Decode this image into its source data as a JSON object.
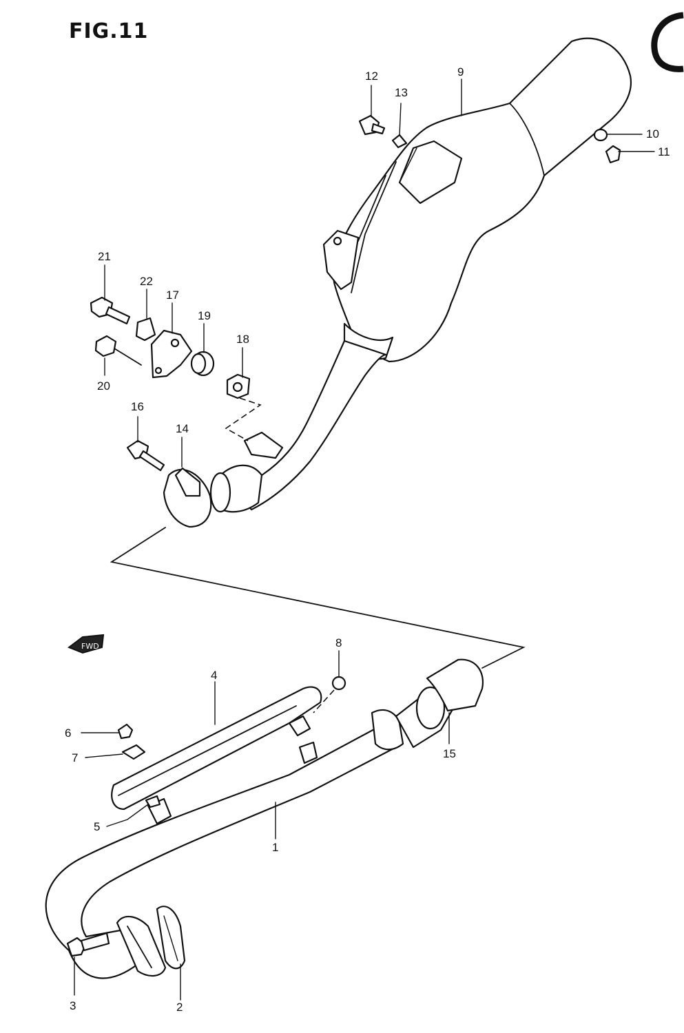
{
  "figure": {
    "title": "FIG.11"
  },
  "front_arrow_icon": "front-direction-arrow-icon",
  "callouts": [
    {
      "id": "c1",
      "label": "1"
    },
    {
      "id": "c2",
      "label": "2"
    },
    {
      "id": "c3",
      "label": "3"
    },
    {
      "id": "c4",
      "label": "4"
    },
    {
      "id": "c5",
      "label": "5"
    },
    {
      "id": "c6",
      "label": "6"
    },
    {
      "id": "c7",
      "label": "7"
    },
    {
      "id": "c8",
      "label": "8"
    },
    {
      "id": "c9",
      "label": "9"
    },
    {
      "id": "c10",
      "label": "10"
    },
    {
      "id": "c11",
      "label": "11"
    },
    {
      "id": "c12",
      "label": "12"
    },
    {
      "id": "c13",
      "label": "13"
    },
    {
      "id": "c14",
      "label": "14"
    },
    {
      "id": "c15",
      "label": "15"
    },
    {
      "id": "c16",
      "label": "16"
    },
    {
      "id": "c17",
      "label": "17"
    },
    {
      "id": "c18",
      "label": "18"
    },
    {
      "id": "c19",
      "label": "19"
    },
    {
      "id": "c20",
      "label": "20"
    },
    {
      "id": "c21",
      "label": "21"
    },
    {
      "id": "c22",
      "label": "22"
    }
  ]
}
